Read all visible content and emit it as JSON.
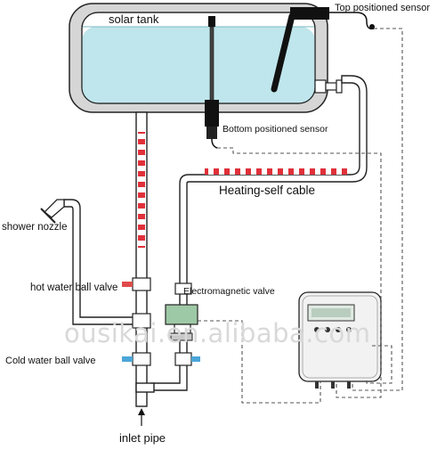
{
  "labels": {
    "solar_tank": "solar tank",
    "top_sensor": "Top positioned sensor",
    "bottom_sensor": "Bottom positioned sensor",
    "heating_cable": "Heating-self cable",
    "shower_nozzle": "shower nozzle",
    "hot_valve": "hot water ball valve",
    "electro_valve": "Electromagnetic valve",
    "cold_valve": "Cold water ball valve",
    "inlet_pipe": "inlet pipe",
    "watermark": "ousikai.en.alibaba.com"
  },
  "colors": {
    "tank_water": "#bfe6ec",
    "tank_shell": "#d6d6d6",
    "pipe_outline": "#222222",
    "heating_red": "#e0303a",
    "valve_red": "#e04a4a",
    "valve_blue": "#4aa6d8",
    "valve_green": "#9ec9a6",
    "controller_body": "#f2f2f2",
    "wire_dash": "#555555"
  },
  "icons": [
    "shower-nozzle-icon",
    "sensor-probe-icon",
    "controller-icon",
    "arrow-up-icon"
  ]
}
